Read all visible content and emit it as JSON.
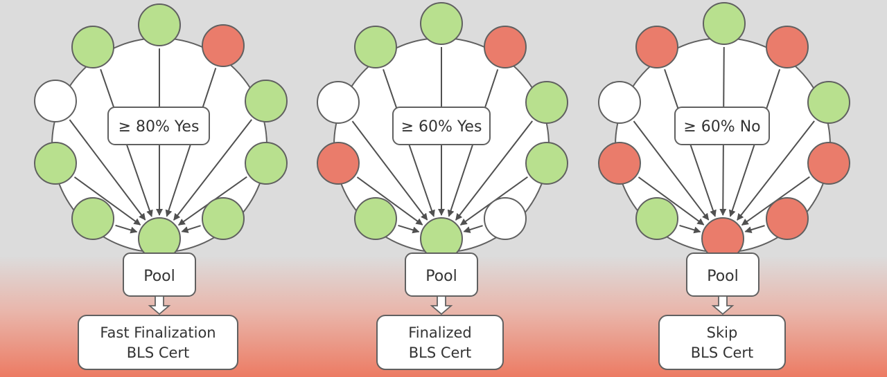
{
  "colors": {
    "yes": "#b8e08e",
    "no": "#ea7c6b",
    "abstain": "#ffffff",
    "stroke": "#606060",
    "circle_fill": "#ffffff"
  },
  "panels": [
    {
      "threshold": "≥ 80% Yes",
      "pool": "Pool",
      "result": [
        "Fast Finalization",
        "BLS Cert"
      ],
      "center_vote": "yes",
      "validators": [
        "yes",
        "no",
        "yes",
        "yes",
        "yes",
        "yes",
        "yes",
        "yes",
        "abstain",
        "yes"
      ]
    },
    {
      "threshold": "≥ 60% Yes",
      "pool": "Pool",
      "result": [
        "Finalized",
        "BLS Cert"
      ],
      "center_vote": "yes",
      "validators": [
        "yes",
        "no",
        "yes",
        "yes",
        "abstain",
        "yes",
        "no",
        "abstain",
        "yes"
      ]
    },
    {
      "threshold": "≥ 60% No",
      "pool": "Pool",
      "result": [
        "Skip",
        "BLS Cert"
      ],
      "center_vote": "no",
      "validators": [
        "yes",
        "no",
        "yes",
        "no",
        "no",
        "yes",
        "no",
        "abstain",
        "no"
      ]
    }
  ]
}
